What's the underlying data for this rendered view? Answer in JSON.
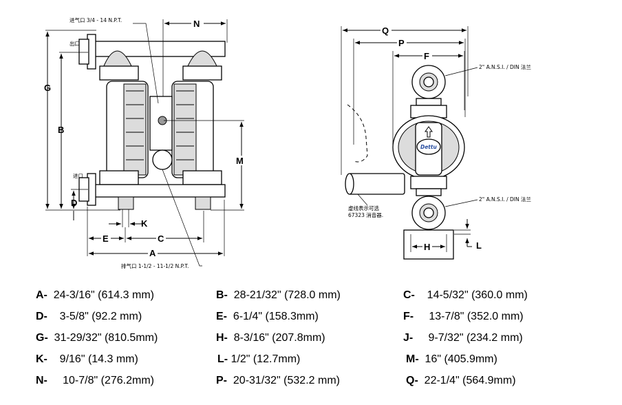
{
  "labels": {
    "inlet_air": "进气口 3/4 - 14 N.P.T.",
    "outlet": "出口",
    "inlet": "进口",
    "exhaust": "排气口 1-1/2 - 11-1/2 N.P.T.",
    "flange_top": "2\" A.N.S.I. / DIN 法兰",
    "flange_bottom": "2\" A.N.S.I. / DIN 法兰",
    "muffler_line1": "虚线表示可选",
    "muffler_line2": "67323 消音器.",
    "logo": "Dettu"
  },
  "dim_letters": {
    "G": "G",
    "B": "B",
    "D": "D",
    "N": "N",
    "M": "M",
    "K": "K",
    "E": "E",
    "C": "C",
    "A": "A",
    "Q": "Q",
    "P": "P",
    "F": "F",
    "H": "H",
    "L": "L"
  },
  "dimensions": [
    {
      "letter": "A-",
      "value": "24-3/16\" (614.3 mm)"
    },
    {
      "letter": "B-",
      "value": "28-21/32\" (728.0 mm)"
    },
    {
      "letter": "C-",
      "value": "14-5/32\" (360.0 mm)"
    },
    {
      "letter": "D-",
      "value": "3-5/8\" (92.2 mm)"
    },
    {
      "letter": "E-",
      "value": "6-1/4\" (158.3mm)"
    },
    {
      "letter": "F-",
      "value": "13-7/8\" (352.0 mm)"
    },
    {
      "letter": "G-",
      "value": "31-29/32\" (810.5mm)"
    },
    {
      "letter": "H-",
      "value": "8-3/16\" (207.8mm)"
    },
    {
      "letter": "J-",
      "value": "9-7/32\" (234.2 mm)"
    },
    {
      "letter": "K-",
      "value": "9/16\" (14.3 mm)"
    },
    {
      "letter": "L-",
      "value": "1/2\" (12.7mm)"
    },
    {
      "letter": "M-",
      "value": "16\" (405.9mm)"
    },
    {
      "letter": "N-",
      "value": "10-7/8\" (276.2mm)"
    },
    {
      "letter": "P-",
      "value": "20-31/32\" (532.2 mm)"
    },
    {
      "letter": "Q-",
      "value": "22-1/4\" (564.9mm)"
    }
  ]
}
